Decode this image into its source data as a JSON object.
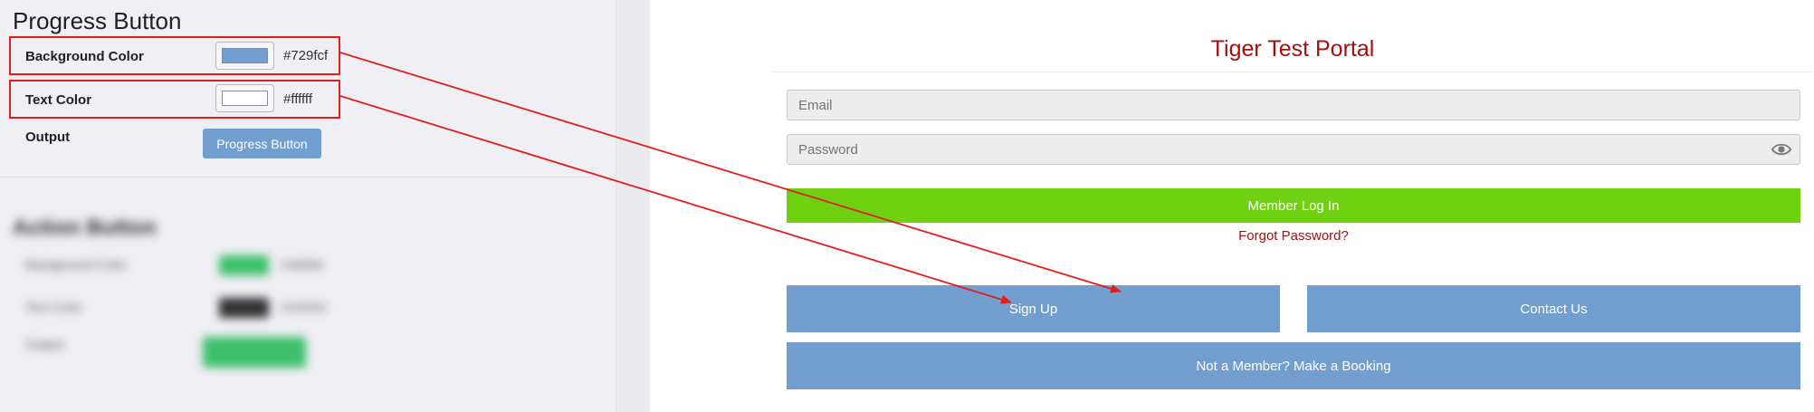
{
  "settings": {
    "section_title": "Progress Button",
    "background_color": {
      "label": "Background Color",
      "hex": "#729fcf",
      "swatch": "#729fcf"
    },
    "text_color": {
      "label": "Text Color",
      "hex": "#ffffff",
      "swatch": "#ffffff"
    },
    "output": {
      "label": "Output",
      "button_label": "Progress Button"
    },
    "blurred_section": {
      "title": "Action Button",
      "background_label": "Background Color",
      "background_hex": "#3dbf6b",
      "text_label": "Text Color",
      "text_hex": "#333333",
      "output_label": "Output"
    }
  },
  "portal": {
    "title": "Tiger Test Portal",
    "email_placeholder": "Email",
    "password_placeholder": "Password",
    "login_label": "Member Log In",
    "forgot_label": "Forgot Password?",
    "signup_label": "Sign Up",
    "contact_label": "Contact Us",
    "booking_label": "Not a Member? Make a Booking"
  },
  "colors": {
    "annotation": "#e01e1e",
    "portal_accent": "#a40f10",
    "login_green": "#6fd112",
    "progress_blue": "#729fcf"
  }
}
